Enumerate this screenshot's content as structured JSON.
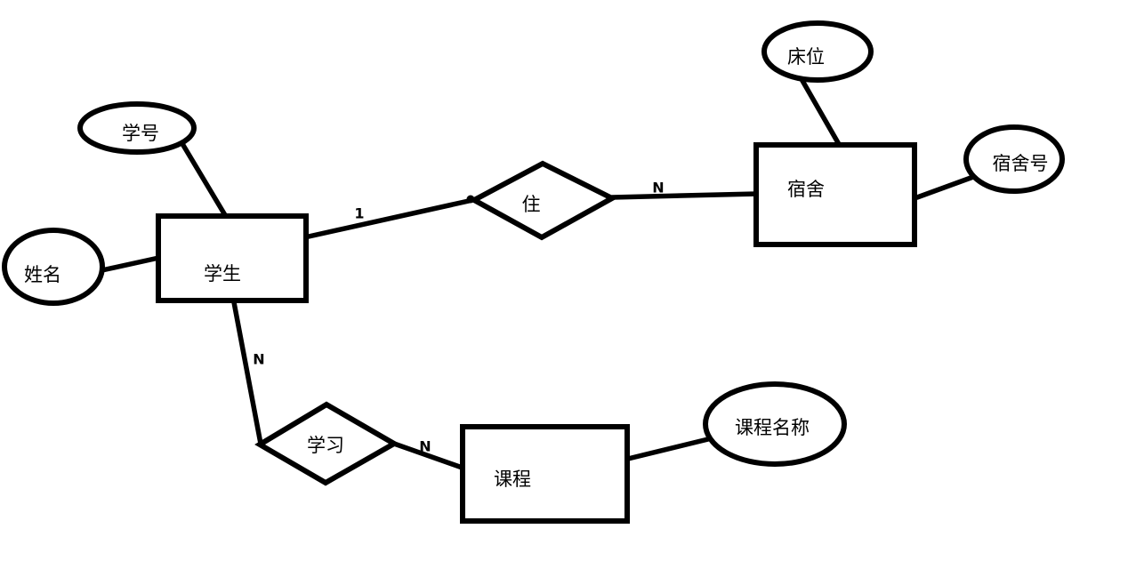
{
  "colors": {
    "background": "#ffffff",
    "stroke": "#000000",
    "text": "#000000"
  },
  "diagram": {
    "type": "er-diagram",
    "entities": [
      {
        "name": "student",
        "label": "学生"
      },
      {
        "name": "dormitory",
        "label": "宿舍"
      },
      {
        "name": "course",
        "label": "课程"
      }
    ],
    "attributes": [
      {
        "name": "student-id",
        "label": "学号",
        "entity": "student"
      },
      {
        "name": "name",
        "label": "姓名",
        "entity": "student"
      },
      {
        "name": "bed",
        "label": "床位",
        "entity": "dormitory"
      },
      {
        "name": "dorm-number",
        "label": "宿舍号",
        "entity": "dormitory"
      },
      {
        "name": "course-name",
        "label": "课程名称",
        "entity": "course"
      }
    ],
    "relationships": [
      {
        "name": "live",
        "label": "住",
        "from": "student",
        "to": "dormitory",
        "from_cardinality": "1",
        "to_cardinality": "N"
      },
      {
        "name": "study",
        "label": "学习",
        "from": "student",
        "to": "course",
        "from_cardinality": "N",
        "to_cardinality": "N"
      }
    ],
    "cardinalities": [
      {
        "name": "student-to-live",
        "text": "1"
      },
      {
        "name": "live-to-dormitory",
        "text": "N"
      },
      {
        "name": "student-to-study",
        "text": "N"
      },
      {
        "name": "study-to-course",
        "text": "N"
      }
    ]
  }
}
